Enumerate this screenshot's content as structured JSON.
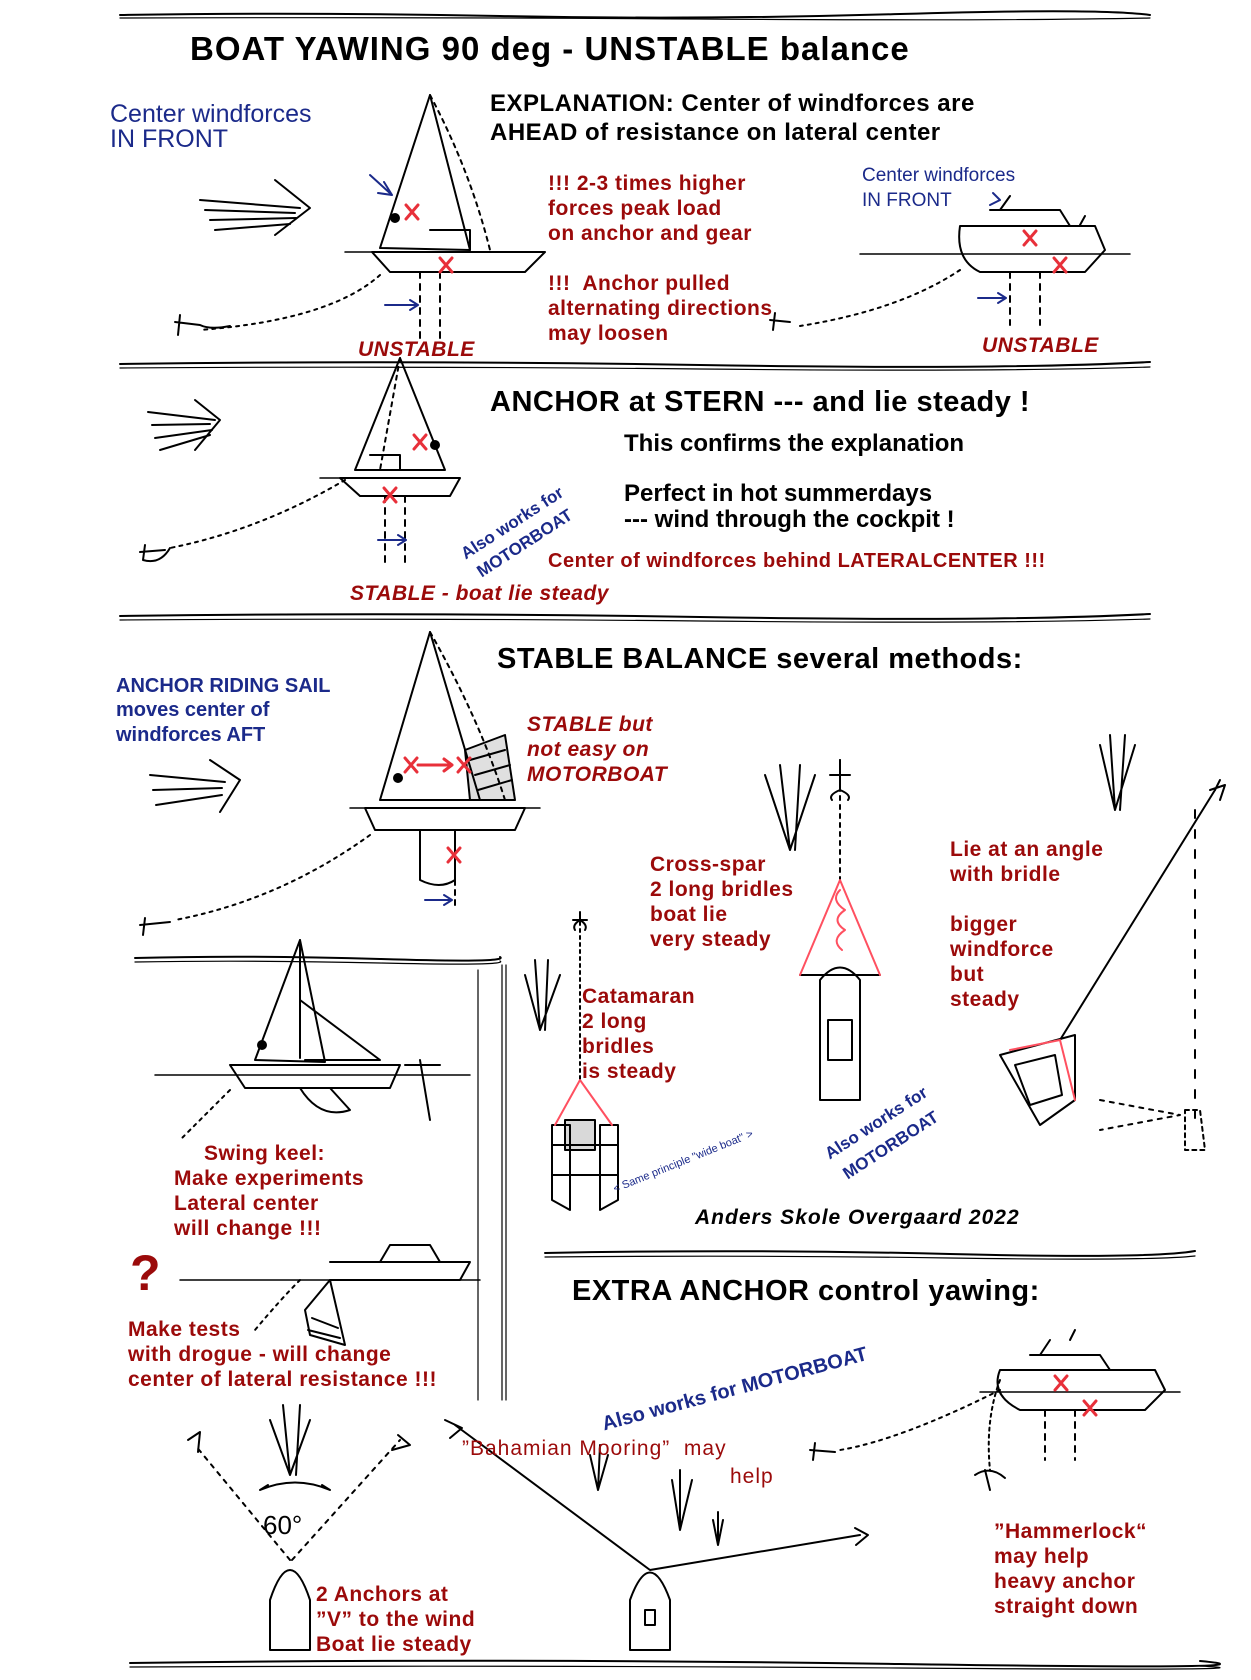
{
  "title": "BOAT YAWING 90 deg - UNSTABLE balance",
  "section1": {
    "left_label_line1": "Center windforces",
    "left_label_line2": "IN FRONT",
    "explanation_line1": "EXPLANATION: Center of windforces are",
    "explanation_line2": "AHEAD of resistance on lateral center",
    "note1_line1": "!!! 2-3 times higher",
    "note1_line2": "forces peak load",
    "note1_line3": "on anchor and gear",
    "note2_line1": "!!!  Anchor pulled",
    "note2_line2": "alternating directions",
    "note2_line3": "may loosen",
    "right_label_line1": "Center windforces",
    "right_label_line2": "IN FRONT",
    "unstable_left": "UNSTABLE",
    "unstable_right": "UNSTABLE"
  },
  "section2": {
    "heading": "ANCHOR at STERN --- and lie steady !",
    "confirm": "This confirms the explanation",
    "perfect_line1": "Perfect in hot summerdays",
    "perfect_line2": "--- wind through the cockpit !",
    "also_line1": "Also works for",
    "also_line2": "MOTORBOAT",
    "center_behind": "Center of windforces behind LATERALCENTER !!!",
    "stable": "STABLE - boat lie steady"
  },
  "section3": {
    "heading": "STABLE BALANCE several methods:",
    "riding_sail_line1": "ANCHOR RIDING SAIL",
    "riding_sail_line2": "moves center of",
    "riding_sail_line3": "windforces AFT",
    "stable_but_line1": "STABLE but",
    "stable_but_line2": "not easy on",
    "stable_but_line3": "MOTORBOAT",
    "cross_spar_line1": "Cross-spar",
    "cross_spar_line2": "2 long bridles",
    "cross_spar_line3": "boat lie",
    "cross_spar_line4": "very steady",
    "angle_line1": "Lie at an angle",
    "angle_line2": "with bridle",
    "bigger_line1": "bigger",
    "bigger_line2": "windforce",
    "bigger_line3": "but",
    "bigger_line4": "steady",
    "catamaran_line1": "Catamaran",
    "catamaran_line2": "2 long",
    "catamaran_line3": "bridles",
    "catamaran_line4": "is steady",
    "same_principle": "< Same principle \"wide boat\" >",
    "also_line1": "Also works for",
    "also_line2": "MOTORBOAT",
    "swing_line1": "Swing keel:",
    "swing_line2": "Make experiments",
    "swing_line3": "Lateral center",
    "swing_line4": "will change !!!",
    "question": "?",
    "drogue_line1": "Make tests",
    "drogue_line2": "with drogue - will change",
    "drogue_line3": "center of lateral resistance !!!",
    "author": "Anders Skole Overgaard 2022"
  },
  "section4": {
    "heading": "EXTRA ANCHOR control yawing:",
    "also_works": "Also works for MOTORBOAT",
    "bahamian_line1": "”Bahamian Mooring”  may",
    "bahamian_line2": "help",
    "angle_label": "60°",
    "v_line1": "2 Anchors at",
    "v_line2": "”V” to the wind",
    "v_line3": "Boat lie steady",
    "hammerlock_line1": "”Hammerlock“",
    "hammerlock_line2": "may help",
    "hammerlock_line3": "heavy anchor",
    "hammerlock_line4": "straight down"
  },
  "colors": {
    "dark_red": "#9b0a0a",
    "navy": "#1b2a8a",
    "mark_red": "#e8303a",
    "bridle_red": "#ff5060",
    "ink": "#000000"
  }
}
